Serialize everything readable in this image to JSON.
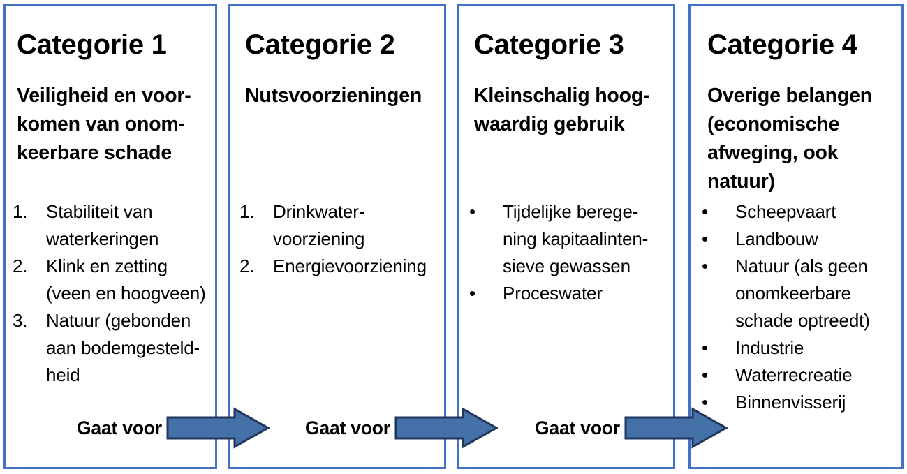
{
  "diagram": {
    "title_prefix": "Categorie",
    "accent_box_border_color": "#4472C4",
    "arrow_fill_color": "#4472A8",
    "arrow_stroke_color": "#20365C",
    "text_color": "#000000",
    "background_color": "#FFFFFF"
  },
  "categories": [
    {
      "title": "Categorie 1",
      "subtitle": "Veiligheid en voor-\nkomen van onom-\nkeerbare schade",
      "subtitle_lines": [
        "Veiligheid en voor-",
        "komen van onom-",
        "keerbare schade"
      ],
      "list_type": "numbered",
      "items": [
        {
          "marker": "1.",
          "text": "Stabiliteit van waterkeringen"
        },
        {
          "marker": "2.",
          "text": "Klink en zetting (veen en hoogveen)"
        },
        {
          "marker": "3.",
          "text": "Natuur (gebonden aan bodemgesteld-heid"
        }
      ],
      "items_wrapped": [
        [
          "Stabiliteit van",
          "waterkeringen"
        ],
        [
          "Klink en zetting",
          "(veen en hoogveen)"
        ],
        [
          "Natuur (gebonden",
          "aan bodemgesteld-",
          "heid"
        ]
      ]
    },
    {
      "title": "Categorie 2",
      "subtitle": "Nutsvoorzieningen",
      "subtitle_lines": [
        "Nutsvoorzieningen"
      ],
      "list_type": "numbered",
      "items": [
        {
          "marker": "1.",
          "text": "Drinkwater-voorziening"
        },
        {
          "marker": "2.",
          "text": "Energievoorziening"
        }
      ],
      "items_wrapped": [
        [
          "Drinkwater-",
          "voorziening"
        ],
        [
          "Energievoorziening"
        ]
      ]
    },
    {
      "title": "Categorie 3",
      "subtitle": "Kleinschalig hoog-\nwaardig gebruik",
      "subtitle_lines": [
        "Kleinschalig hoog-",
        "waardig gebruik"
      ],
      "list_type": "bulleted",
      "items": [
        {
          "marker": "•",
          "text": "Tijdelijke berege-ning kapitaalinten-sieve gewassen"
        },
        {
          "marker": "•",
          "text": "Proceswater"
        }
      ],
      "items_wrapped": [
        [
          "Tijdelijke berege-",
          "ning kapitaalinten-",
          "sieve gewassen"
        ],
        [
          "Proceswater"
        ]
      ]
    },
    {
      "title": "Categorie 4",
      "subtitle": "Overige belangen\n(economische\nafweging, ook\nnatuur)",
      "subtitle_lines": [
        "Overige belangen",
        "(economische",
        "afweging, ook",
        "natuur)"
      ],
      "list_type": "bulleted",
      "items": [
        {
          "marker": "•",
          "text": "Scheepvaart"
        },
        {
          "marker": "•",
          "text": "Landbouw"
        },
        {
          "marker": "•",
          "text": "Natuur (als geen onomkeerbare schade optreedt)"
        },
        {
          "marker": "•",
          "text": "Industrie"
        },
        {
          "marker": "•",
          "text": "Waterrecreatie"
        },
        {
          "marker": "•",
          "text": "Binnenvisserij"
        }
      ],
      "items_wrapped": [
        [
          "Scheepvaart"
        ],
        [
          "Landbouw"
        ],
        [
          "Natuur (als geen",
          "onomkeerbare",
          "schade optreedt)"
        ],
        [
          "Industrie"
        ],
        [
          "Waterrecreatie"
        ],
        [
          "Binnenvisserij"
        ]
      ]
    }
  ],
  "arrows": [
    {
      "label": "Gaat voor",
      "from_category": "Categorie 1",
      "to_category": "Categorie 2"
    },
    {
      "label": "Gaat voor",
      "from_category": "Categorie 2",
      "to_category": "Categorie 3"
    },
    {
      "label": "Gaat voor",
      "from_category": "Categorie 3",
      "to_category": "Categorie 4"
    }
  ]
}
